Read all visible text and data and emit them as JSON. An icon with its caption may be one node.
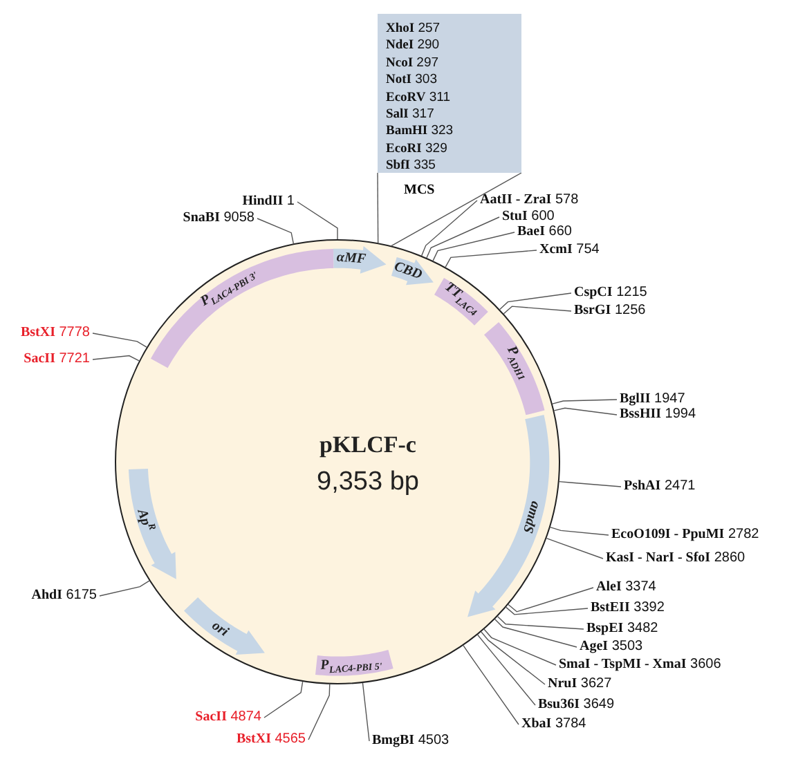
{
  "diagram": {
    "nodes": [
      {
        "text": [
          "pKLCF-c",
          "9,353 bp"
        ]
      },
      {
        "text": [
          "**XhoI** 257",
          "**NdeI** 290",
          "**NcoI** 297",
          "**NotI** 303",
          "**EcoRV** 311",
          "**SalI** 317",
          "**BamHI** 323",
          "**EcoRI** 329",
          "**SbfI** 335",
          "MCS"
        ]
      },
      {
        "text": [
          "P$_{LAC4-PBI 3'}$"
        ],
        "in": 0
      },
      {
        "text": [
          "αMF"
        ],
        "in": 0
      },
      {
        "text": [
          "CBD"
        ],
        "in": 0
      },
      {
        "text": [
          "TT$_{LAC4}$"
        ],
        "in": 0
      },
      {
        "text": [
          "P$_{ADH1}$"
        ],
        "in": 0
      },
      {
        "text": [
          "amdS"
        ],
        "in": 0
      },
      {
        "text": [
          "Ap$^{R}$"
        ],
        "in": 0
      },
      {
        "text": [
          "ori"
        ],
        "in": 0
      },
      {
        "text": [
          "P$_{LAC4-PBI 5'}$"
        ],
        "in": 0
      },
      {
        "text": [
          "**HindII** 1"
        ]
      },
      {
        "text": [
          "**SnaBI** 9058"
        ]
      },
      {
        "text": [
          "**AatII - ZraI** 578"
        ]
      },
      {
        "text": [
          "**StuI** 600"
        ]
      },
      {
        "text": [
          "**BaeI** 660"
        ]
      },
      {
        "text": [
          "**XcmI** 754"
        ]
      },
      {
        "text": [
          "**CspCI** 1215"
        ]
      },
      {
        "text": [
          "**BsrGI** 1256"
        ]
      },
      {
        "text": [
          "**BstXI** 7778"
        ]
      },
      {
        "text": [
          "**SacII** 7721"
        ]
      },
      {
        "text": [
          "**BglII** 1947"
        ]
      },
      {
        "text": [
          "**BssHII** 1994"
        ]
      },
      {
        "text": [
          "**PshAI** 2471"
        ]
      },
      {
        "text": [
          "**EcoO109I - PpuMI** 2782"
        ]
      },
      {
        "text": [
          "**KasI - NarI - SfoI** 2860"
        ]
      },
      {
        "text": [
          "**AhdI** 6175"
        ]
      },
      {
        "text": [
          "**AleI** 3374"
        ]
      },
      {
        "text": [
          "**BstEII** 3392"
        ]
      },
      {
        "text": [
          "**BspEI** 3482"
        ]
      },
      {
        "text": [
          "**AgeI** 3503"
        ]
      },
      {
        "text": [
          "**SmaI - TspMI - XmaI** 3606"
        ]
      },
      {
        "text": [
          "**NruI** 3627"
        ]
      },
      {
        "text": [
          "**Bsu36I** 3649"
        ]
      },
      {
        "text": [
          "**XbaI** 3784"
        ]
      },
      {
        "text": [
          "**SacII** 4874"
        ]
      },
      {
        "text": [
          "**BstXI** 4565"
        ]
      },
      {
        "text": [
          "**BmgBI** 4503"
        ]
      }
    ],
    "edges": [
      {
        "from": 1,
        "to": 0,
        "arrow": "none"
      },
      {
        "from": 1,
        "to": 0,
        "arrow": "none"
      },
      {
        "from": 11,
        "to": 0,
        "arrow": "none"
      },
      {
        "from": 12,
        "to": 0,
        "arrow": "none"
      },
      {
        "from": 13,
        "to": 0,
        "arrow": "none"
      },
      {
        "from": 14,
        "to": 0,
        "arrow": "none"
      },
      {
        "from": 15,
        "to": 0,
        "arrow": "none"
      },
      {
        "from": 16,
        "to": 0,
        "arrow": "none"
      },
      {
        "from": 17,
        "to": 0,
        "arrow": "none"
      },
      {
        "from": 18,
        "to": 0,
        "arrow": "none"
      },
      {
        "from": 19,
        "to": 0,
        "arrow": "none"
      },
      {
        "from": 20,
        "to": 0,
        "arrow": "none"
      },
      {
        "from": 21,
        "to": 0,
        "arrow": "none"
      },
      {
        "from": 22,
        "to": 0,
        "arrow": "none"
      },
      {
        "from": 23,
        "to": 0,
        "arrow": "none"
      },
      {
        "from": 24,
        "to": 0,
        "arrow": "none"
      },
      {
        "from": 25,
        "to": 0,
        "arrow": "none"
      },
      {
        "from": 26,
        "to": 0,
        "arrow": "none"
      },
      {
        "from": 27,
        "to": 0,
        "arrow": "none"
      },
      {
        "from": 28,
        "to": 0,
        "arrow": "none"
      },
      {
        "from": 29,
        "to": 0,
        "arrow": "none"
      },
      {
        "from": 30,
        "to": 0,
        "arrow": "none"
      },
      {
        "from": 31,
        "to": 0,
        "arrow": "none"
      },
      {
        "from": 32,
        "to": 0,
        "arrow": "none"
      },
      {
        "from": 33,
        "to": 0,
        "arrow": "none"
      },
      {
        "from": 34,
        "to": 0,
        "arrow": "none"
      },
      {
        "from": 35,
        "to": 0,
        "arrow": "none"
      },
      {
        "from": 36,
        "to": 0,
        "arrow": "none"
      },
      {
        "from": 37,
        "to": 0,
        "arrow": "none"
      }
    ]
  }
}
